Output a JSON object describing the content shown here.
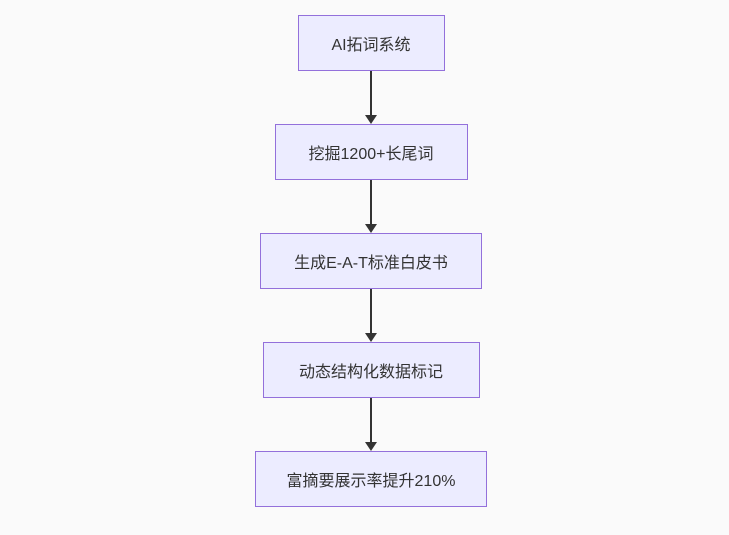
{
  "flowchart": {
    "type": "flowchart-top-down",
    "background_color": "#FAFAFA",
    "node_fill_color": "#ECECFF",
    "node_border_color": "#9370DB",
    "text_color": "#333333",
    "arrow_color": "#333333",
    "nodes": [
      {
        "id": "step-1",
        "label": "AI拓词系统"
      },
      {
        "id": "step-2",
        "label": "挖掘1200+长尾词"
      },
      {
        "id": "step-3",
        "label": "生成E-A-T标准白皮书"
      },
      {
        "id": "step-4",
        "label": "动态结构化数据标记"
      },
      {
        "id": "step-5",
        "label": "富摘要展示率提升210%"
      }
    ],
    "edges": [
      {
        "from": "step-1",
        "to": "step-2"
      },
      {
        "from": "step-2",
        "to": "step-3"
      },
      {
        "from": "step-3",
        "to": "step-4"
      },
      {
        "from": "step-4",
        "to": "step-5"
      }
    ]
  }
}
